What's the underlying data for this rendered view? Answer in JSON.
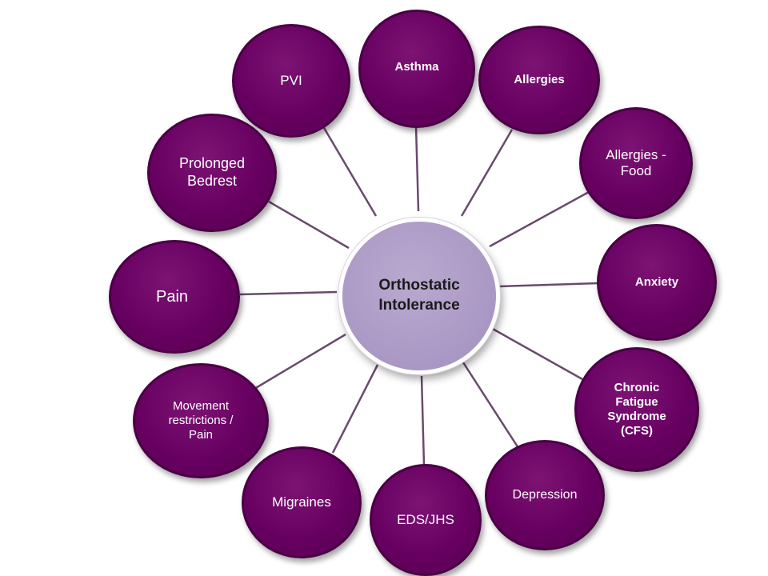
{
  "center": {
    "label": "Orthostatic\nIntolerance"
  },
  "nodes": [
    {
      "id": "pvi",
      "label": "PVI"
    },
    {
      "id": "asthma",
      "label": "Asthma"
    },
    {
      "id": "allergies",
      "label": "Allergies"
    },
    {
      "id": "allergies-food",
      "label": "Allergies -\nFood"
    },
    {
      "id": "anxiety",
      "label": "Anxiety"
    },
    {
      "id": "cfs",
      "label": "Chronic\nFatigue\nSyndrome\n(CFS)"
    },
    {
      "id": "depression",
      "label": "Depression"
    },
    {
      "id": "eds-jhs",
      "label": "EDS/JHS"
    },
    {
      "id": "migraines",
      "label": "Migraines"
    },
    {
      "id": "movement",
      "label": "Movement\nrestrictions /\nPain"
    },
    {
      "id": "pain",
      "label": "Pain"
    },
    {
      "id": "bedrest",
      "label": "Prolonged\nBedrest"
    }
  ],
  "colors": {
    "node_fill": "#670061",
    "center_fill": "#ac9ac6",
    "connector": "#6a4a6e"
  }
}
